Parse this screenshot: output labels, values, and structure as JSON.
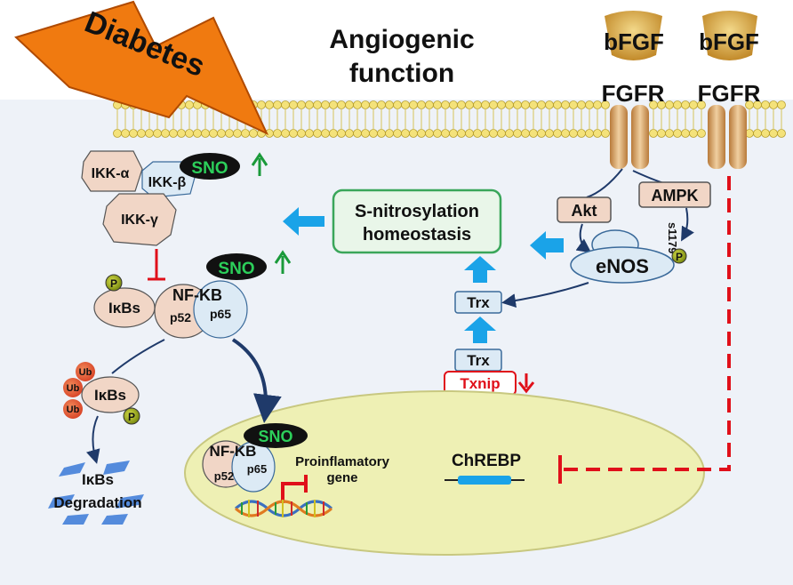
{
  "header": {
    "trigger": "Diabetes",
    "title_line1": "Angiogenic",
    "title_line2": "function"
  },
  "receptors": [
    {
      "ligand": "bFGF",
      "receptor": "FGFR"
    },
    {
      "ligand": "bFGF",
      "receptor": "FGFR"
    }
  ],
  "kinases": {
    "akt": "Akt",
    "ampk": "AMPK"
  },
  "enos": {
    "label": "eNOS",
    "site": "s1179",
    "phospho": "P"
  },
  "ikk": {
    "alpha": "IKK-α",
    "beta": "IKK-β",
    "gamma": "IKK-γ"
  },
  "sno_label": "SNO",
  "nfkb": {
    "label": "NF-KB",
    "p52": "p52",
    "p65": "p65"
  },
  "ikbs": {
    "label": "IκBs",
    "phospho": "P",
    "ub": "Ub",
    "degradation_line1": "IκBs",
    "degradation_line2": "Degradation"
  },
  "homeostasis": {
    "line1": "S-nitrosylation",
    "line2": "homeostasis"
  },
  "trx_pathway": {
    "trx_upper": "Trx",
    "trx_lower": "Trx",
    "txnip": "Txnip",
    "chrebp": "ChREBP"
  },
  "nucleus": {
    "gene_line1": "Proinflamatory",
    "gene_line2": "gene"
  },
  "colors": {
    "background": "#eef2f8",
    "nucleus": "#eef0b4",
    "homeostasis_border": "#3aa65a",
    "arrow_blue": "#1aa3e8",
    "inhibit_red": "#e0101a",
    "up_green": "#1a9a3a",
    "bolt": "#f07a10"
  }
}
